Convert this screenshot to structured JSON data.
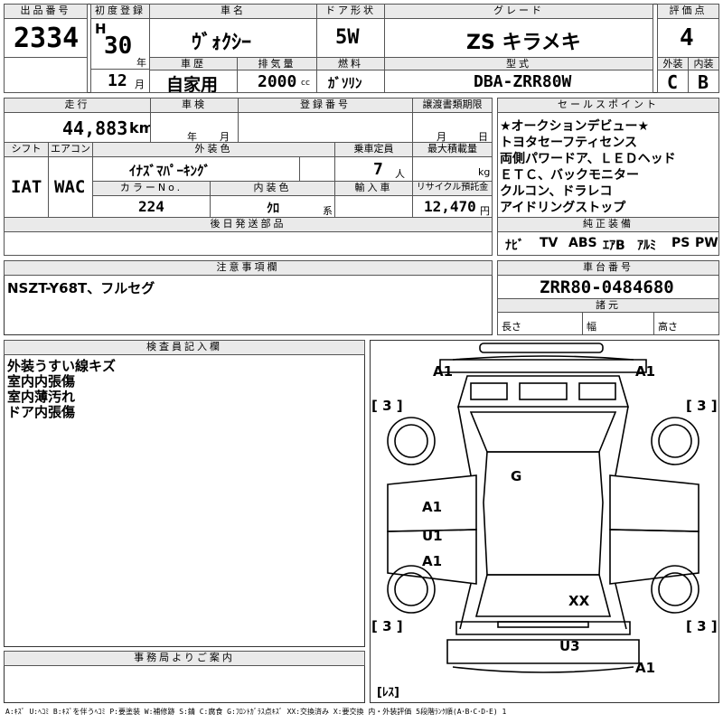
{
  "row1": {
    "lot_header": "出品番号",
    "lot_no": "2334",
    "first_reg_header": "初度登録",
    "era": "H",
    "year": "30",
    "year_unit": "年",
    "month": "12",
    "month_unit": "月",
    "car_name_header": "車名",
    "car_name": "ｳﾞｫｸｼｰ",
    "door_header": "ドア形状",
    "door": "5W",
    "grade_header": "グレード",
    "grade": "ZS キラメキ",
    "score_header": "評価点",
    "score": "4",
    "history_header": "車歴",
    "history": "自家用",
    "displacement_header": "排気量",
    "displacement": "2000",
    "displacement_unit": "cc",
    "fuel_header": "燃料",
    "fuel": "ｶﾞｿﾘﾝ",
    "model_header": "型式",
    "model": "DBA-ZRR80W",
    "ext_header": "外装",
    "ext": "C",
    "int_header": "内装",
    "int": "B"
  },
  "row2": {
    "mileage_header": "走行",
    "mileage": "44,883",
    "mileage_unit": "km",
    "inspection_header": "車検",
    "insp_year_unit": "年",
    "insp_month_unit": "月",
    "reg_no_header": "登録番号",
    "transfer_header": "譲渡書類期限",
    "transfer_month_unit": "月",
    "transfer_day_unit": "日",
    "shift_header": "シフト",
    "shift": "IAT",
    "ac_header": "エアコン",
    "ac": "WAC",
    "color_header": "外装色",
    "color": "ｲﾅｽﾞﾏﾊﾟｰｷﾝｸﾞ",
    "capacity_header": "乗車定員",
    "capacity": "7",
    "capacity_unit": "人",
    "load_header": "最大積載量",
    "load_unit": "kg",
    "color_no_header": "カラーNo.",
    "color_no": "224",
    "interior_color_header": "内装色",
    "interior_color": "ｸﾛ",
    "interior_unit": "系",
    "import_header": "輸入車",
    "recycle_header": "リサイクル預託金",
    "recycle": "12,470",
    "recycle_unit": "円",
    "later_parts_header": "後日発送部品"
  },
  "sales": {
    "header": "セールスポイント",
    "lines": [
      "★オークションデビュー★",
      "トヨタセーフティセンス",
      "両側パワードア、ＬＥＤヘッド",
      "ＥＴＣ、バックモニター",
      "クルコン、ドラレコ",
      "アイドリングストップ"
    ]
  },
  "equipment": {
    "header": "純正装備",
    "items": [
      "ﾅﾋﾞ",
      "TV",
      "ABS",
      "ｴｱB",
      "ｱﾙﾐ",
      "PS",
      "PW"
    ]
  },
  "notes": {
    "header": "注意事項欄",
    "text": "NSZT-Y68T、フルセグ"
  },
  "chassis": {
    "header": "車台番号",
    "number": "ZRR80-0484680",
    "specs_header": "諸元",
    "length": "長さ",
    "width": "幅",
    "height": "高さ"
  },
  "inspector": {
    "header": "検査員記入欄",
    "lines": [
      "外装うすい線キズ",
      "室内内張傷",
      "室内薄汚れ",
      "ドア内張傷"
    ]
  },
  "office": {
    "header": "事務局よりご案内"
  },
  "diagram": {
    "marks": [
      "A1",
      "A1",
      "[ 3 ]",
      "[ 3 ]",
      "G",
      "A1",
      "U1",
      "A1",
      "XX",
      "[ 3 ]",
      "[ 3 ]",
      "U3",
      "A1",
      "[ﾚｽ]"
    ]
  },
  "legend": "A:ｷｽﾞ U:ﾍｺﾐ B:ｷｽﾞを伴うﾍｺﾐ P:要塗装 W:補修跡 S:錆 C:腐食 G:ﾌﾛﾝﾄｶﾞﾗｽ点ｷｽﾞ XX:交換済み X:要交換 内・外装評価 5段階ﾗﾝｸ順(A･B･C･D･E) 1"
}
